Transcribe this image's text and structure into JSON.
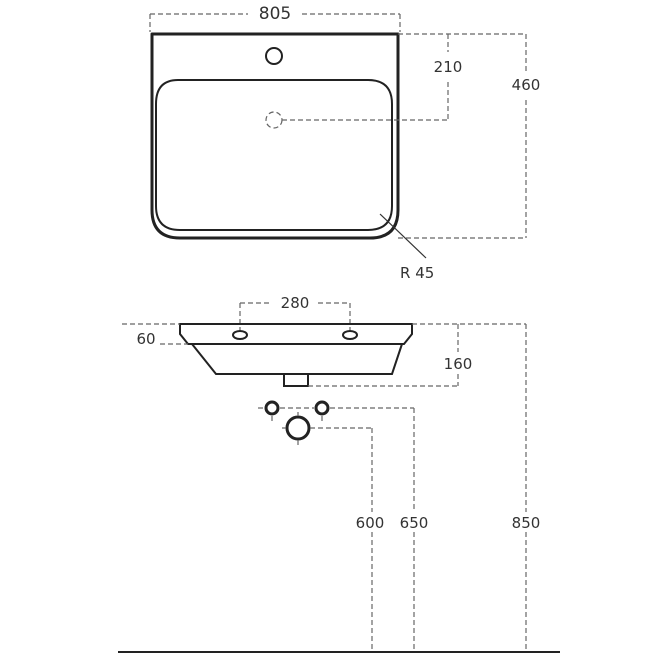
{
  "top_view": {
    "width_label": "805",
    "tap_offset_label": "210",
    "depth_label": "460",
    "corner_radius_label": "R 45"
  },
  "side_view": {
    "bracket_spacing_label": "280",
    "rim_thickness_label": "60",
    "bowl_depth_label": "160",
    "pipe_height_600_label": "600",
    "pipe_height_650_label": "650",
    "rim_height_label": "850"
  },
  "colors": {
    "line": "#222222",
    "dimension": "#666666",
    "text": "#333333"
  }
}
